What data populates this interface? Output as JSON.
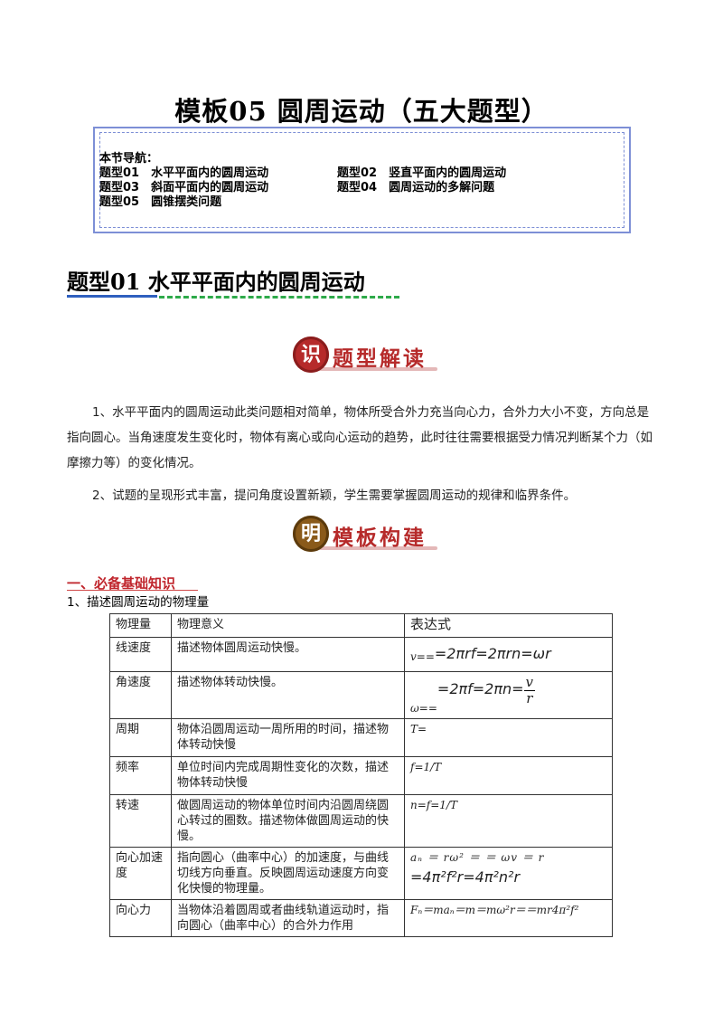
{
  "doc_title": "模板05  圆周运动（五大题型）",
  "nav": {
    "heading": "本节导航：",
    "items": [
      "题型01　水平平面内的圆周运动",
      "题型02　竖直平面内的圆周运动",
      "题型03　斜面平面内的圆周运动",
      "题型04　圆周运动的多解问题",
      "题型05　圆锥摆类问题"
    ]
  },
  "section": {
    "title": "题型01  水平平面内的圆周运动"
  },
  "badge1": {
    "char": "识",
    "text": "题型解读"
  },
  "interpretation": {
    "p1": "1、水平平面内的圆周运动此类问题相对简单，物体所受合外力充当向心力，合外力大小不变，方向总是指向圆心。当角速度发生变化时，物体有离心或向心运动的趋势，此时往往需要根据受力情况判断某个力（如摩擦力等）的变化情况。",
    "p2": "2、试题的呈现形式丰富，提问角度设置新颖，学生需要掌握圆周运动的规律和临界条件。"
  },
  "badge2": {
    "char": "明",
    "text": "模板构建"
  },
  "knowledge": {
    "heading": "一、必备基础知识",
    "subheading": "1、描述圆周运动的物理量"
  },
  "table": {
    "headers": [
      "物理量",
      "物理意义",
      "表达式"
    ],
    "rows": [
      {
        "name": "线速度",
        "meaning": "描述物体圆周运动快慢。",
        "expr_prefix": "v==",
        "expr": "=2πrf=2πrn=ωr"
      },
      {
        "name": "角速度",
        "meaning": "描述物体转动快慢。",
        "expr_prefix": "ω==",
        "expr": "=2πf=2πn=",
        "frac_num": "v",
        "frac_den": "r"
      },
      {
        "name": "周期",
        "meaning": "物体沿圆周运动一周所用的时间，描述物体转动快慢",
        "expr": "T="
      },
      {
        "name": "频率",
        "meaning": "单位时间内完成周期性变化的次数，描述物体转动快慢",
        "expr": "f=1/T"
      },
      {
        "name": "转速",
        "meaning": "做圆周运动的物体单位时间内沿圆周绕圆心转过的圈数。描述物体做圆周运动的快慢。",
        "expr": "n=f=1/T"
      },
      {
        "name": "向心加速度",
        "meaning": "指向圆心（曲率中心）的加速度，与曲线切线方向垂直。反映圆周运动速度方向变化快慢的物理量。",
        "expr": "aₙ ＝ rω² ＝ ＝ ωv ＝ r",
        "expr2": "=4π²f²r=4π²n²r"
      },
      {
        "name": "向心力",
        "meaning": "当物体沿着圆周或者曲线轨道运动时，指向圆心（曲率中心）的合外力作用",
        "expr": "Fₙ＝maₙ＝m＝mω²r＝＝mr4π²f²"
      }
    ]
  }
}
